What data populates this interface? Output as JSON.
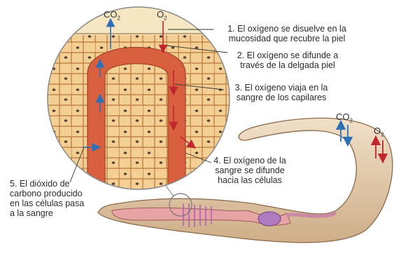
{
  "labels": {
    "step1": [
      "1. El oxígeno se disuelve en la",
      "mucosidad que recubre la piel"
    ],
    "step2": [
      "2. El oxígeno se difunde a",
      "través de la delgada piel"
    ],
    "step3": [
      "3. El oxígeno viaja en la",
      "sangre de los capilares"
    ],
    "step4": [
      "4. El oxígeno de la",
      "sangre se difunde",
      "hacia las células"
    ],
    "step5": [
      "5. El dióxido de",
      "carbono producido",
      "en las células pasa",
      "a la sangre"
    ]
  },
  "gases": {
    "co2_base": "CO",
    "o2_base": "O",
    "subscript": "2"
  },
  "colors": {
    "cell_fill": "#f2c98a",
    "cell_border": "#b8783a",
    "capillary": "#d9603f",
    "oxygen_arrow": "#c0272d",
    "co2_arrow": "#2f6fb5",
    "worm_skin": "#e8d2b8",
    "worm_gut": "#c9a3c8"
  }
}
